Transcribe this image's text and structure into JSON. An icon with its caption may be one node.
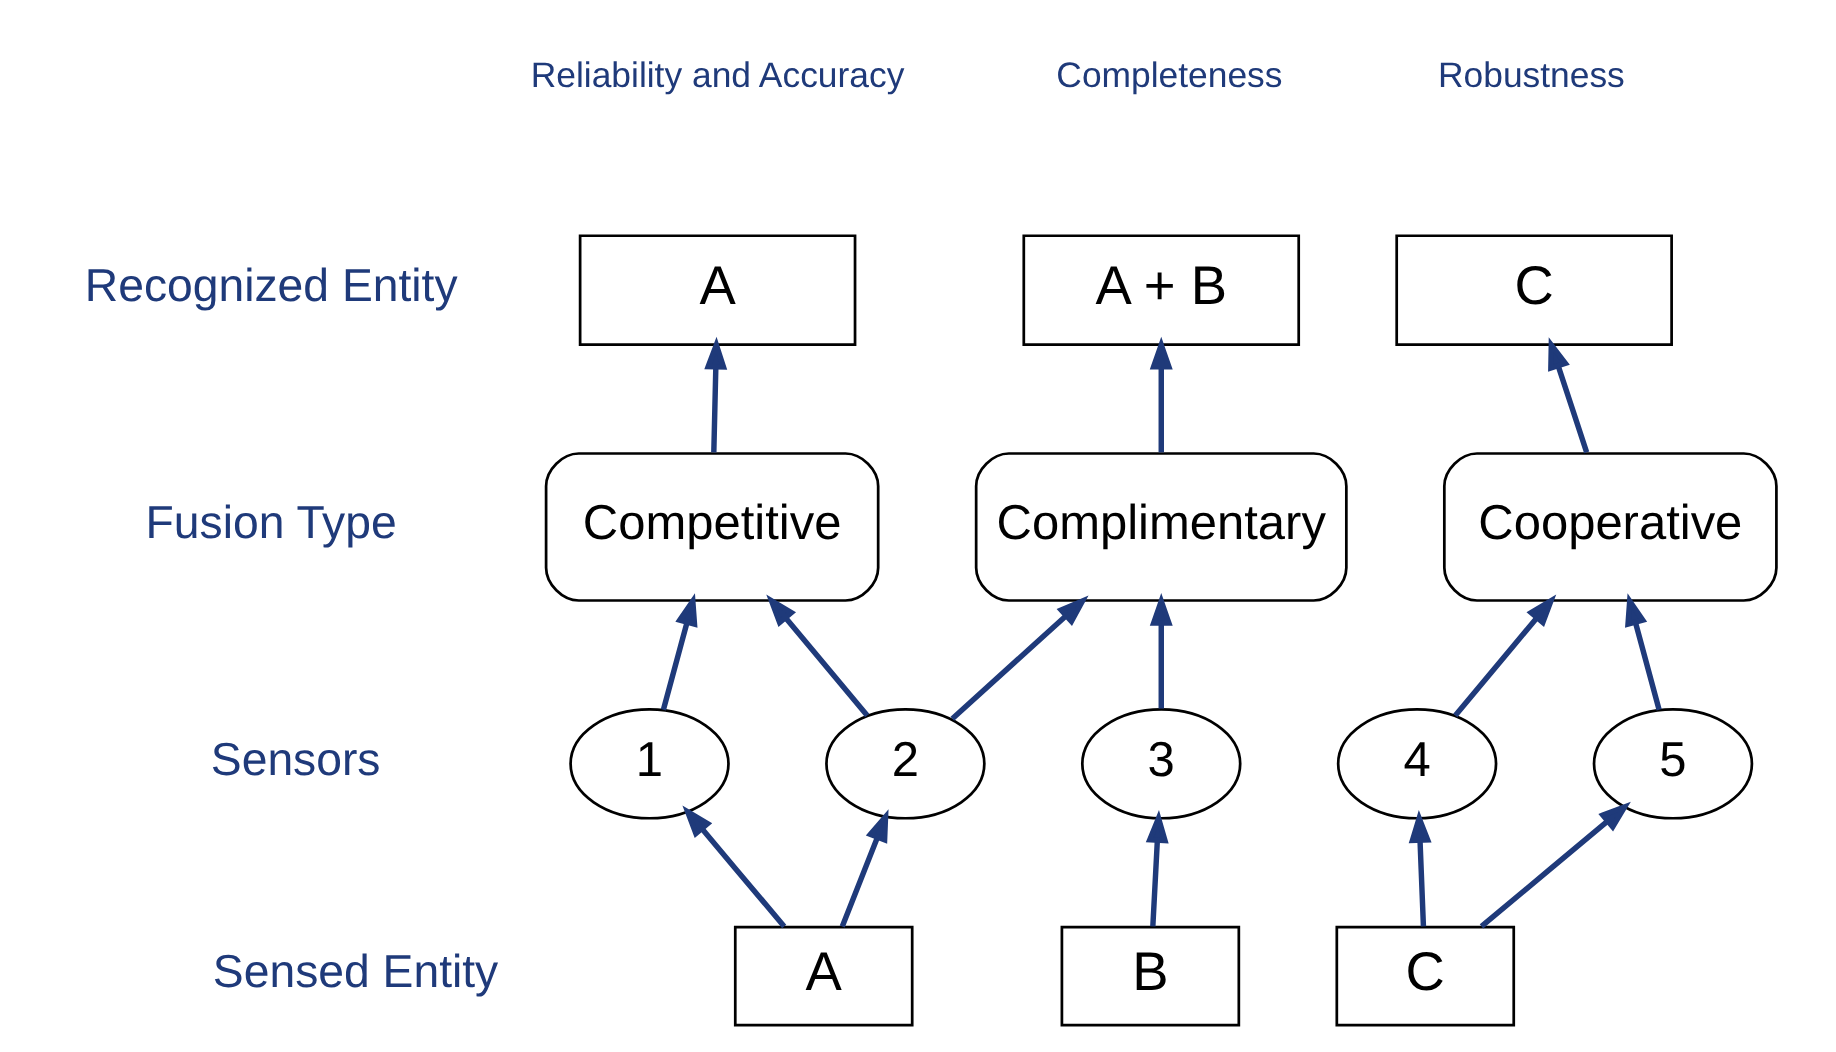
{
  "diagram": {
    "nodes": [
      {
        "text": [
          "A"
        ]
      },
      {
        "text": [
          "A + B"
        ]
      },
      {
        "text": [
          "C"
        ]
      },
      {
        "text": [
          "Competitive"
        ]
      },
      {
        "text": [
          "Complimentary"
        ]
      },
      {
        "text": [
          "Cooperative"
        ]
      },
      {
        "text": [
          "1"
        ]
      },
      {
        "text": [
          "2"
        ]
      },
      {
        "text": [
          "3"
        ]
      },
      {
        "text": [
          "4"
        ]
      },
      {
        "text": [
          "5"
        ]
      },
      {
        "text": [
          "A"
        ]
      },
      {
        "text": [
          "B"
        ]
      },
      {
        "text": [
          "C"
        ]
      }
    ],
    "edges": [
      {
        "from": 3,
        "to": 0,
        "arrow": "to"
      },
      {
        "from": 4,
        "to": 1,
        "arrow": "to"
      },
      {
        "from": 5,
        "to": 2,
        "arrow": "to"
      },
      {
        "from": 6,
        "to": 3,
        "arrow": "to"
      },
      {
        "from": 7,
        "to": 3,
        "arrow": "to"
      },
      {
        "from": 7,
        "to": 4,
        "arrow": "to"
      },
      {
        "from": 8,
        "to": 4,
        "arrow": "to"
      },
      {
        "from": 9,
        "to": 5,
        "arrow": "to"
      },
      {
        "from": 10,
        "to": 5,
        "arrow": "to"
      },
      {
        "from": 11,
        "to": 6,
        "arrow": "to"
      },
      {
        "from": 11,
        "to": 7,
        "arrow": "to"
      },
      {
        "from": 12,
        "to": 8,
        "arrow": "to"
      },
      {
        "from": 13,
        "to": 9,
        "arrow": "to"
      },
      {
        "from": 13,
        "to": 10,
        "arrow": "to"
      }
    ],
    "labels": [
      "Reliability and Accuracy",
      "Completeness",
      "Robustness",
      "Recognized Entity",
      "Fusion Type",
      "Sensors",
      "Sensed Entity"
    ]
  }
}
